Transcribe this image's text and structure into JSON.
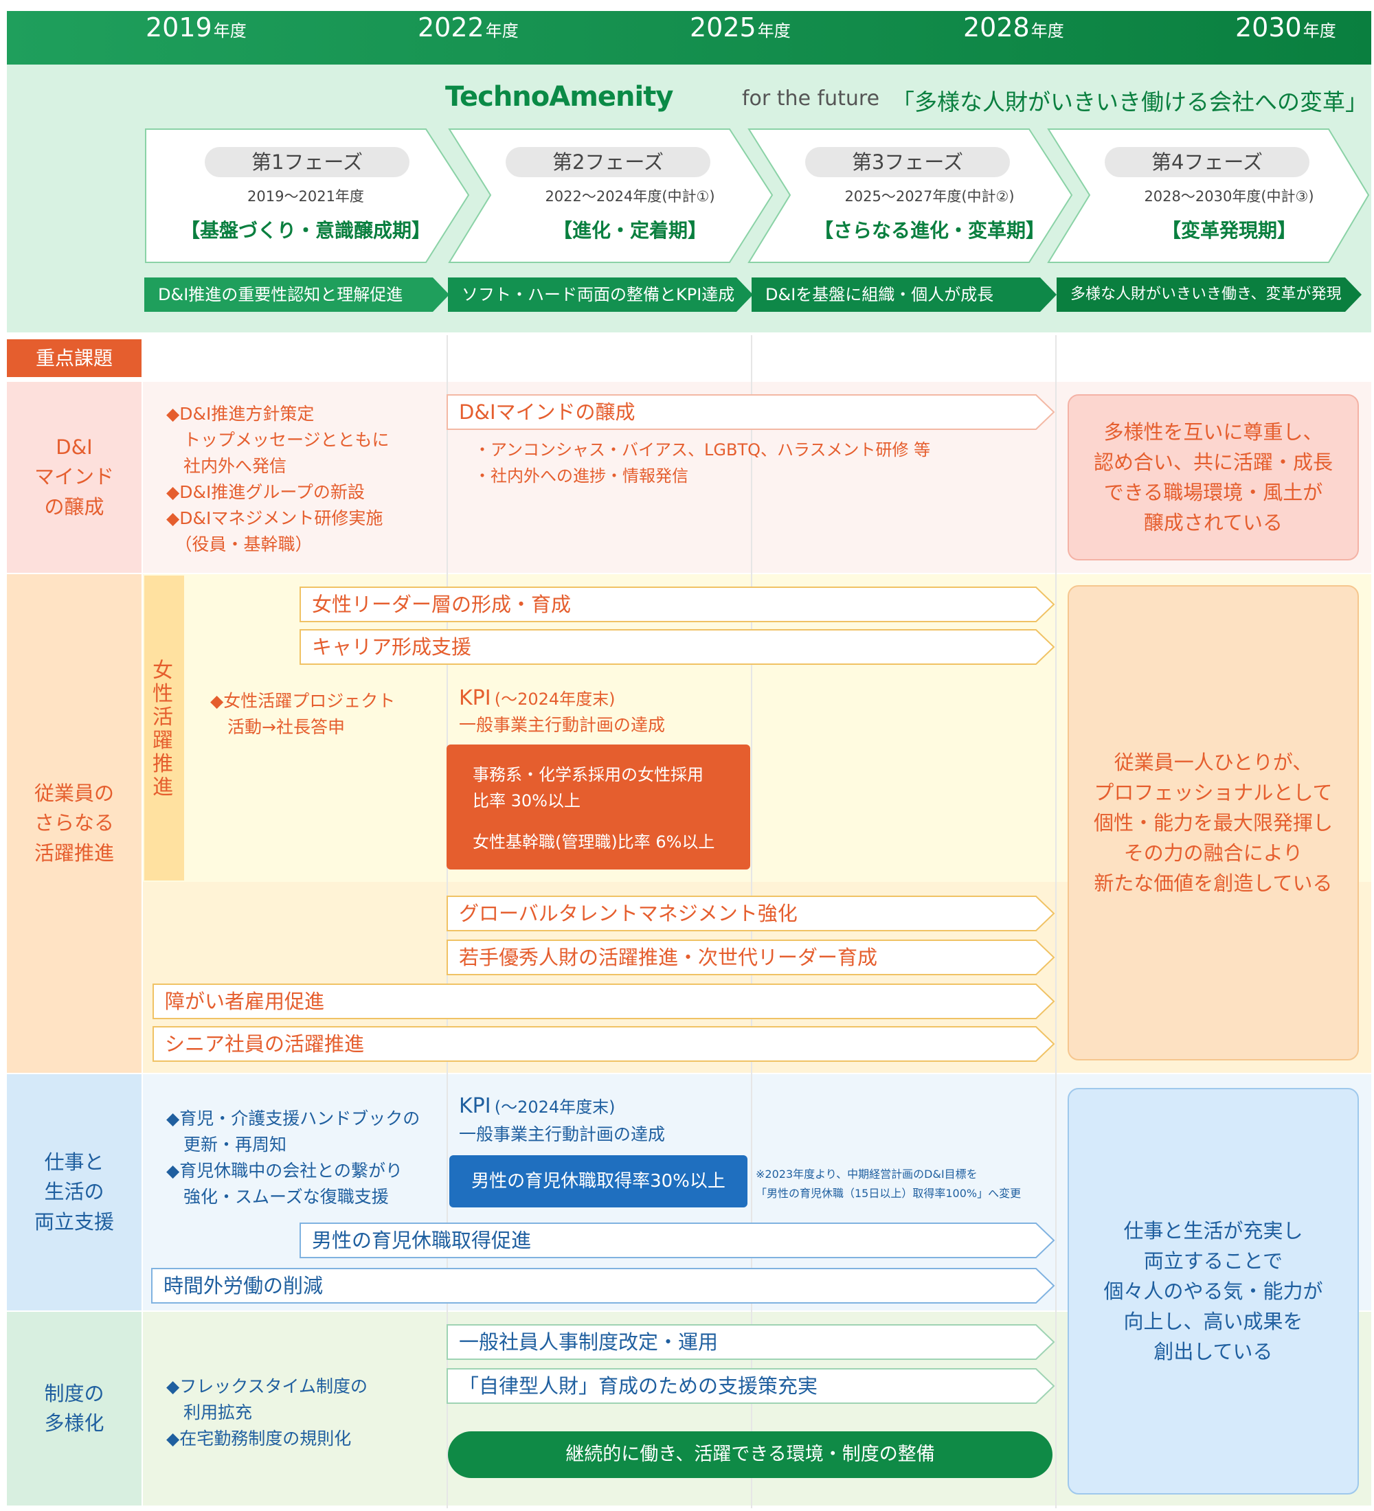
{
  "header": {
    "years": [
      "2019",
      "2022",
      "2025",
      "2028",
      "2030"
    ],
    "year_suffix": "年度",
    "logo": "TechnoAmenity",
    "logo_sub": "for the future",
    "tagline": "「多様な人財がいきいき働ける会社への変革」"
  },
  "phases": [
    {
      "label": "第1フェーズ",
      "years": "2019～2021年度",
      "period": "【基盤づくり・意識醸成期】",
      "goal": "D&I推進の重要性認知と理解促進"
    },
    {
      "label": "第2フェーズ",
      "years": "2022～2024年度(中計①)",
      "period": "【進化・定着期】",
      "goal": "ソフト・ハード両面の整備とKPI達成"
    },
    {
      "label": "第3フェーズ",
      "years": "2025～2027年度(中計②)",
      "period": "【さらなる進化・変革期】",
      "goal": "D&Iを基盤に組織・個人が成長"
    },
    {
      "label": "第4フェーズ",
      "years": "2028～2030年度(中計③)",
      "period": "【変革発現期】",
      "goal": "多様な人財がいきいき働き、変革が発現"
    }
  ],
  "key_issues_header": "重点課題",
  "rows": {
    "di": {
      "label": "D&I\nマインド\nの醸成",
      "phase1": "◆D&I推進方針策定\n　トップメッセージとともに\n　社内外へ発信\n◆D&I推進グループの新設\n◆D&Iマネジメント研修実施\n　（役員・基幹職）",
      "bar": "D&Iマインドの醸成",
      "bar_note": "・アンコンシャス・バイアス、LGBTQ、ハラスメント研修 等\n・社内外への進捗・情報発信",
      "outcome": "多様性を互いに尊重し、\n認め合い、共に活躍・成長\nできる職場環境・風土が\n醸成されている"
    },
    "employee": {
      "label": "従業員の\nさらなる\n活躍推進",
      "women_tag": "女性活躍推進",
      "bars": [
        "女性リーダー層の形成・育成",
        "キャリア形成支援"
      ],
      "phase1": "◆女性活躍プロジェクト\n　活動→社長答申",
      "kpi_title": "KPI",
      "kpi_period": "(～2024年度末)",
      "kpi_desc": "一般事業主行動計画の達成",
      "kpi_box": [
        "事務系・化学系採用の女性採用",
        "比率 30%以上",
        "女性基幹職(管理職)比率 6%以上"
      ],
      "bars2": [
        "グローバルタレントマネジメント強化",
        "若手優秀人財の活躍推進・次世代リーダー育成",
        "障がい者雇用促進",
        "シニア社員の活躍推進"
      ],
      "outcome": "従業員一人ひとりが、\nプロフェッショナルとして\n個性・能力を最大限発揮し\nその力の融合により\n新たな価値を創造している"
    },
    "worklife": {
      "label": "仕事と\n生活の\n両立支援",
      "phase1": "◆育児・介護支援ハンドブックの\n　更新・再周知\n◆育児休職中の会社との繋がり\n　強化・スムーズな復職支援",
      "kpi_title": "KPI",
      "kpi_period": "(～2024年度末)",
      "kpi_desc": "一般事業主行動計画の達成",
      "kpi_box": "男性の育児休職取得率30%以上",
      "kpi_note": "※2023年度より、中期経営計画のD&I目標を\n「男性の育児休職（15日以上）取得率100%」へ変更",
      "bars": [
        "男性の育児休職取得促進",
        "時間外労働の削減"
      ],
      "outcome": "仕事と生活が充実し\n両立することで\n個々人のやる気・能力が\n向上し、高い成果を\n創出している"
    },
    "system": {
      "label": "制度の\n多様化",
      "phase1": "◆フレックスタイム制度の\n　利用拡充\n◆在宅勤務制度の規則化",
      "bars": [
        "一般社員人事制度改定・運用",
        "「自律型人財」育成のための支援策充実"
      ],
      "pill": "継続的に働き、活躍できる環境・制度の整備"
    }
  },
  "colors": {
    "green": "#0a7f3f",
    "orange": "#e55e2e",
    "blue": "#1f6fbf"
  }
}
